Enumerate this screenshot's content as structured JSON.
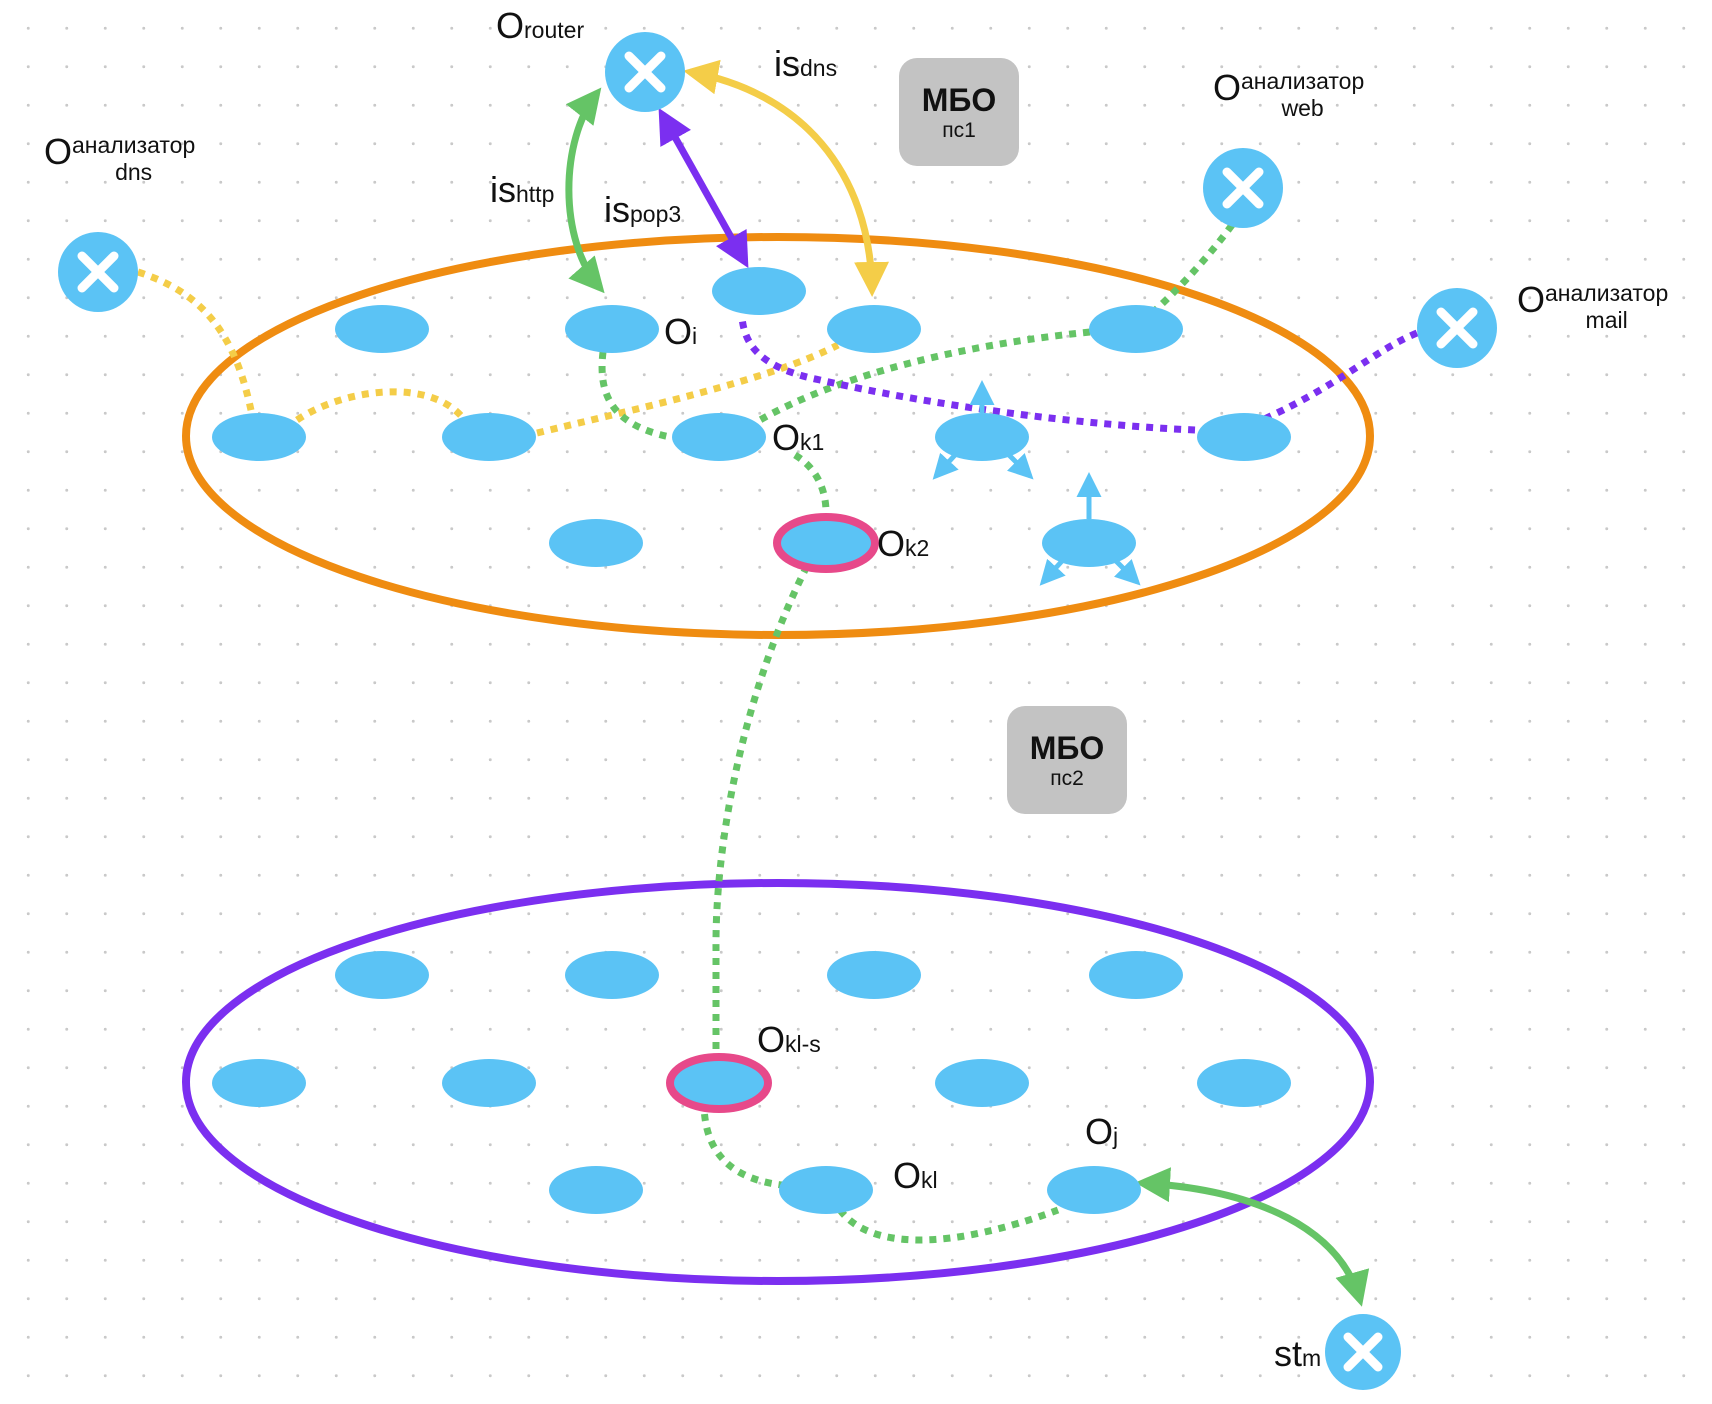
{
  "labels": {
    "o_router": {
      "main": "O",
      "sub": "router"
    },
    "is_dns": {
      "main": "is",
      "sub": "dns"
    },
    "is_http": {
      "main": "is",
      "sub": "http"
    },
    "is_pop3": {
      "main": "is",
      "sub": "pop3"
    },
    "analyzer_dns": {
      "main": "O",
      "sub": "анализатор",
      "sub2": "dns"
    },
    "analyzer_web": {
      "main": "O",
      "sub": "анализатор",
      "sub2": "web"
    },
    "analyzer_mail": {
      "main": "O",
      "sub": "анализатор",
      "sub2": "mail"
    },
    "o_i": {
      "main": "O",
      "sub": "i"
    },
    "o_k1": {
      "main": "O",
      "sub": "k1"
    },
    "o_k2": {
      "main": "O",
      "sub": "k2"
    },
    "o_kl_s": {
      "main": "O",
      "sub": "kl-s"
    },
    "o_kl": {
      "main": "O",
      "sub": "kl"
    },
    "o_j": {
      "main": "O",
      "sub": "j"
    },
    "st_m": {
      "main": "st",
      "sub": "m"
    }
  },
  "mbo_boxes": [
    {
      "title": "МБО",
      "subtitle": "пс1"
    },
    {
      "title": "МБО",
      "subtitle": "пс2"
    }
  ],
  "colors": {
    "node": "#5bc3f5",
    "top_ring": "#ef8c11",
    "bottom_ring": "#7b2ff0",
    "highlight": "#e7498a",
    "dns_link": "#f4cd48",
    "http_link": "#65c466",
    "pop3_link": "#7b2ff0",
    "mbo_box": "#c3c3c3"
  },
  "icons": {
    "router": "close-icon",
    "analyzers": "close-icon",
    "station": "close-icon"
  }
}
